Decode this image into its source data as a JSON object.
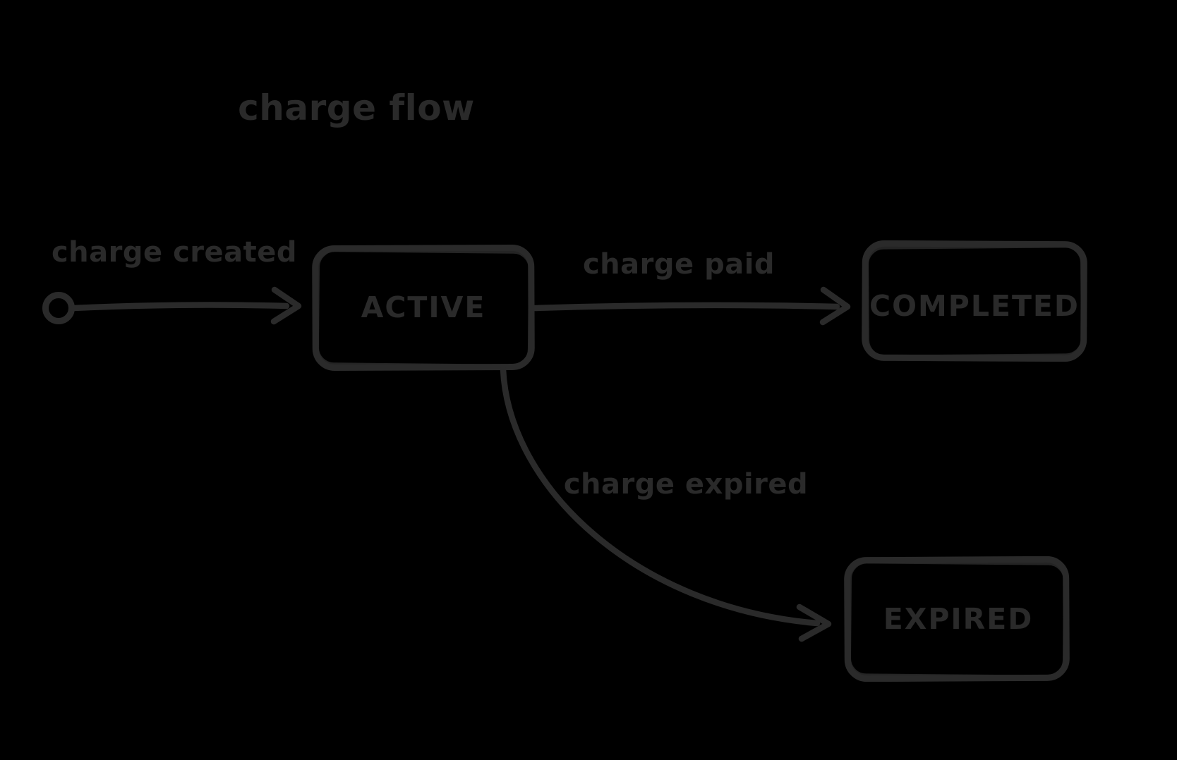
{
  "diagram": {
    "title": "charge flow",
    "colors": {
      "background": "#000000",
      "ink": "#2a2a2a"
    },
    "nodes": {
      "start": {
        "shape": "initial-state-circle",
        "label": ""
      },
      "active": {
        "label": "ACTIVE"
      },
      "completed": {
        "label": "COMPLETED"
      },
      "expired": {
        "label": "EXPIRED"
      }
    },
    "edges": {
      "created": {
        "label": "charge created",
        "from": "start",
        "to": "active"
      },
      "paid": {
        "label": "charge paid",
        "from": "active",
        "to": "completed"
      },
      "expired": {
        "label": "charge expired",
        "from": "active",
        "to": "expired"
      }
    }
  }
}
